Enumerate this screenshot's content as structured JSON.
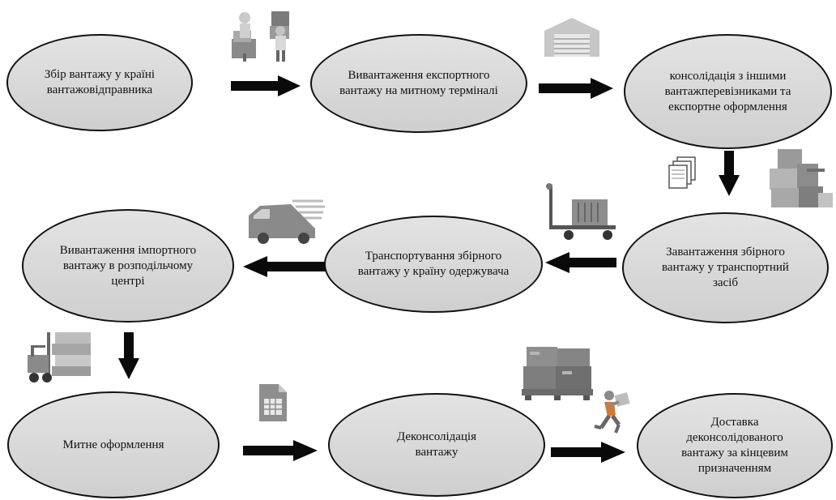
{
  "nodes": [
    {
      "id": "n1",
      "label": "Збір вантажу у країні\nвантажовідправника"
    },
    {
      "id": "n2",
      "label": "Вивантаження експортного\nвантажу на митному терміналі"
    },
    {
      "id": "n3",
      "label": "консолідація з іншими\nвантажперевізниками та\nекспортне оформлення"
    },
    {
      "id": "n4",
      "label": "Завантаження  збірного\nвантажу у транспортний\nзасіб"
    },
    {
      "id": "n5",
      "label": "Транспортування збірного\nвантажу у країну одержувача"
    },
    {
      "id": "n6",
      "label": "Вивантаження імпортного\nвантажу в розподільчому\nцентрі"
    },
    {
      "id": "n7",
      "label": "Митне оформлення"
    },
    {
      "id": "n8",
      "label": "Деконсолідація\nвантажу"
    },
    {
      "id": "n9",
      "label": "Доставка\nдеконсолідованого\nвантажу за кінцевим\nпризначенням"
    }
  ],
  "edges": [
    {
      "from": "n1",
      "to": "n2",
      "direction": "right"
    },
    {
      "from": "n2",
      "to": "n3",
      "direction": "right"
    },
    {
      "from": "n3",
      "to": "n4",
      "direction": "down"
    },
    {
      "from": "n4",
      "to": "n5",
      "direction": "left"
    },
    {
      "from": "n5",
      "to": "n6",
      "direction": "left"
    },
    {
      "from": "n6",
      "to": "n7",
      "direction": "down"
    },
    {
      "from": "n7",
      "to": "n8",
      "direction": "right"
    },
    {
      "from": "n8",
      "to": "n9",
      "direction": "right"
    }
  ],
  "icons": [
    "workers-carrying-boxes-icon",
    "warehouse-icon",
    "documents-icon",
    "stacked-boxes-icon",
    "hand-truck-cargo-icon",
    "delivery-truck-icon",
    "forklift-icon",
    "spreadsheet-icon",
    "pallet-boxes-icon",
    "courier-running-icon"
  ]
}
